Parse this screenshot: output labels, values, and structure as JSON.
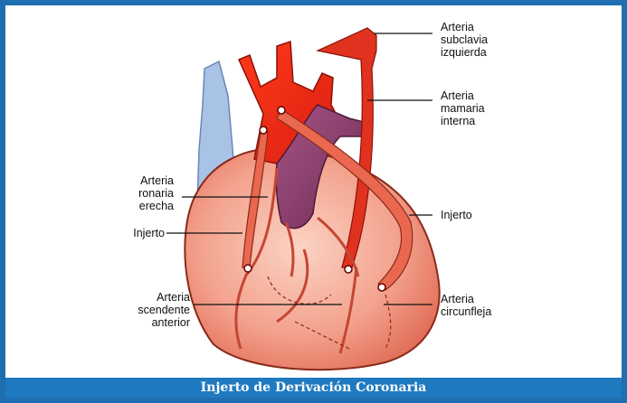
{
  "caption": "Injerto de Derivación Coronaria",
  "labels": {
    "subclavia": [
      "Arteria",
      "subclavia",
      "izquierda"
    ],
    "mamaria": [
      "Arteria",
      "mamaria",
      "interna"
    ],
    "injerto_right": [
      "Injerto"
    ],
    "circunfleja": [
      "Arteria",
      "circunfleja"
    ],
    "coronaria_derecha": [
      "Arteria",
      "ronaria",
      "erecha"
    ],
    "injerto_left": [
      "Injerto"
    ],
    "descendente": [
      "Arteria",
      "scendente",
      "anterior"
    ]
  },
  "colors": {
    "border": "#1f6fb0",
    "caption_bg": "#1f7ac0",
    "artery": "#e0321f",
    "heart": "#f2a18c",
    "vein_purple": "#8b3a6a",
    "vena_blue": "#a9c3e6"
  }
}
